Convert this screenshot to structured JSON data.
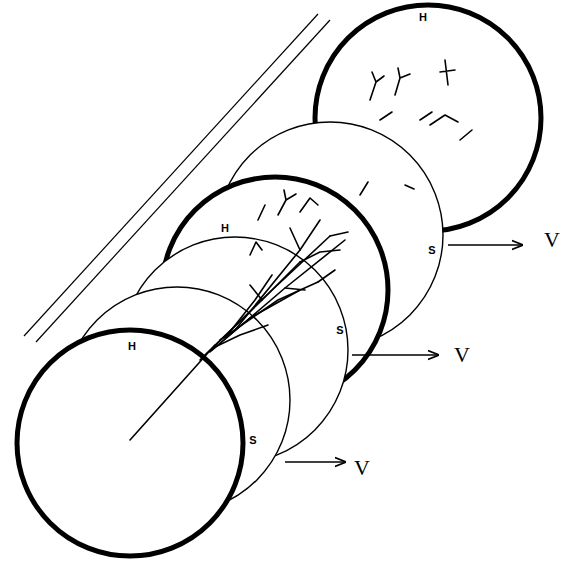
{
  "diagram": {
    "labels": [
      "H",
      "H",
      "V",
      "S",
      "S",
      "H",
      "V",
      "S",
      "V"
    ]
  }
}
